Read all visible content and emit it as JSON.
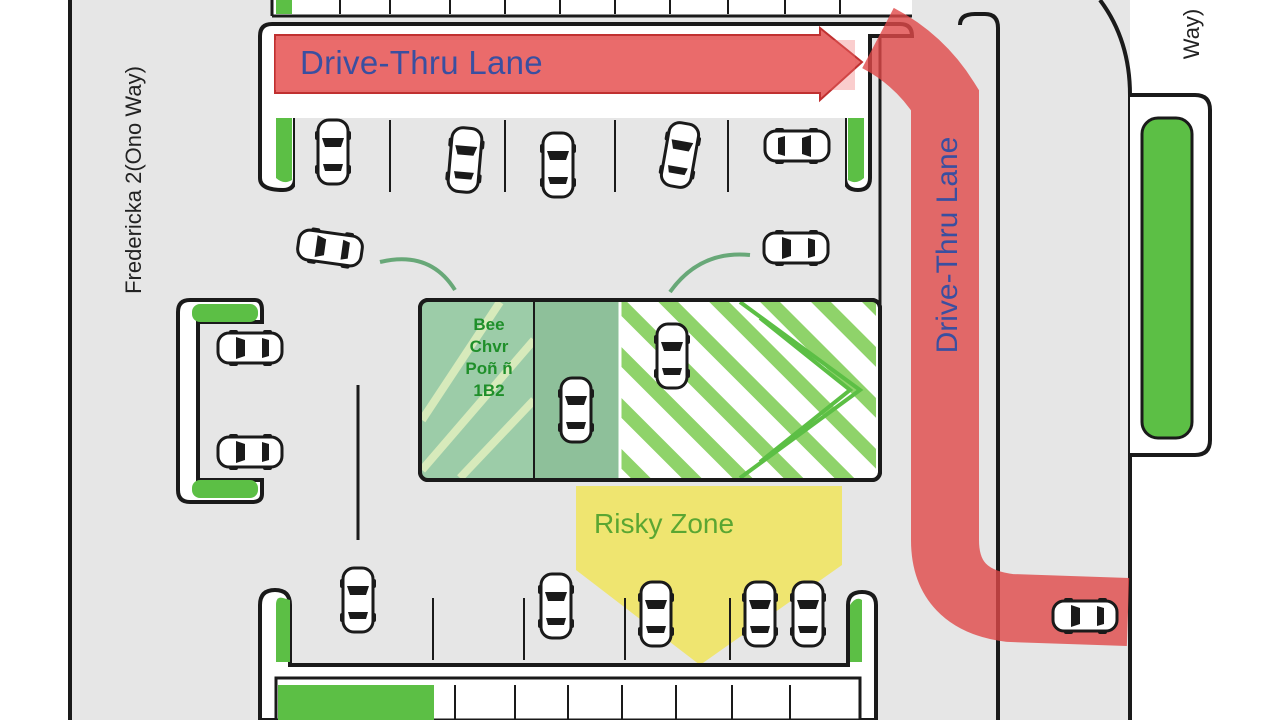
{
  "labels": {
    "drive_thru_top": "Drive-Thru Lane",
    "drive_thru_side": "Drive-Thru Lane",
    "street_left": "Fredericka 2(Ono Way)",
    "street_right": "Way)",
    "risky_zone": "Risky Zone",
    "building_text": [
      "Bee",
      "Chvr",
      "Poñ ñ",
      "1B2"
    ]
  },
  "colors": {
    "asphalt": "#e6e6e6",
    "curb": "#1a1a1a",
    "planter": "#5cbf45",
    "drive_thru": "#e04848",
    "risky_zone": "#f0e45a",
    "lane_text": "#3a4fa0",
    "building_panel": "#9ccca8"
  },
  "icons": [
    "car-icon"
  ]
}
